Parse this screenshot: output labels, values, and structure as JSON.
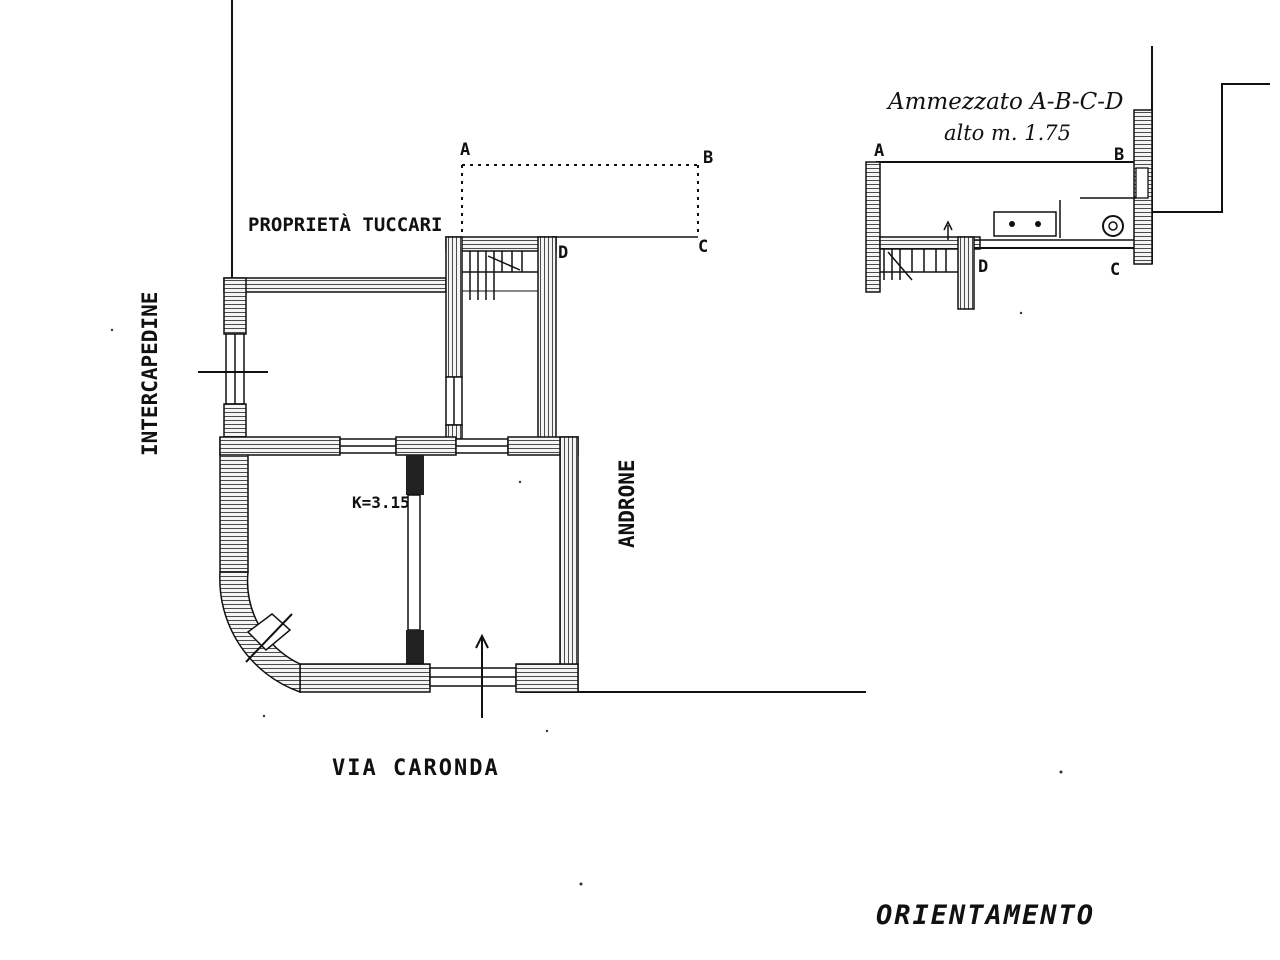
{
  "labels": {
    "proprieta": "PROPRIETÀ TUCCARI",
    "intercapedine": "INTERCAPEDINE",
    "androne": "ANDRONE",
    "via": "VIA CARONDA",
    "orientamento": "ORIENTAMENTO",
    "height_mark": "K=3.15",
    "ammezzato_line1": "Ammezzato A-B-C-D",
    "ammezzato_line2": "alto m. 1.75"
  },
  "points_main": {
    "a": "A",
    "b": "B",
    "c": "C",
    "d": "D"
  },
  "points_detail": {
    "a": "A",
    "b": "B",
    "c": "C",
    "d": "D"
  }
}
